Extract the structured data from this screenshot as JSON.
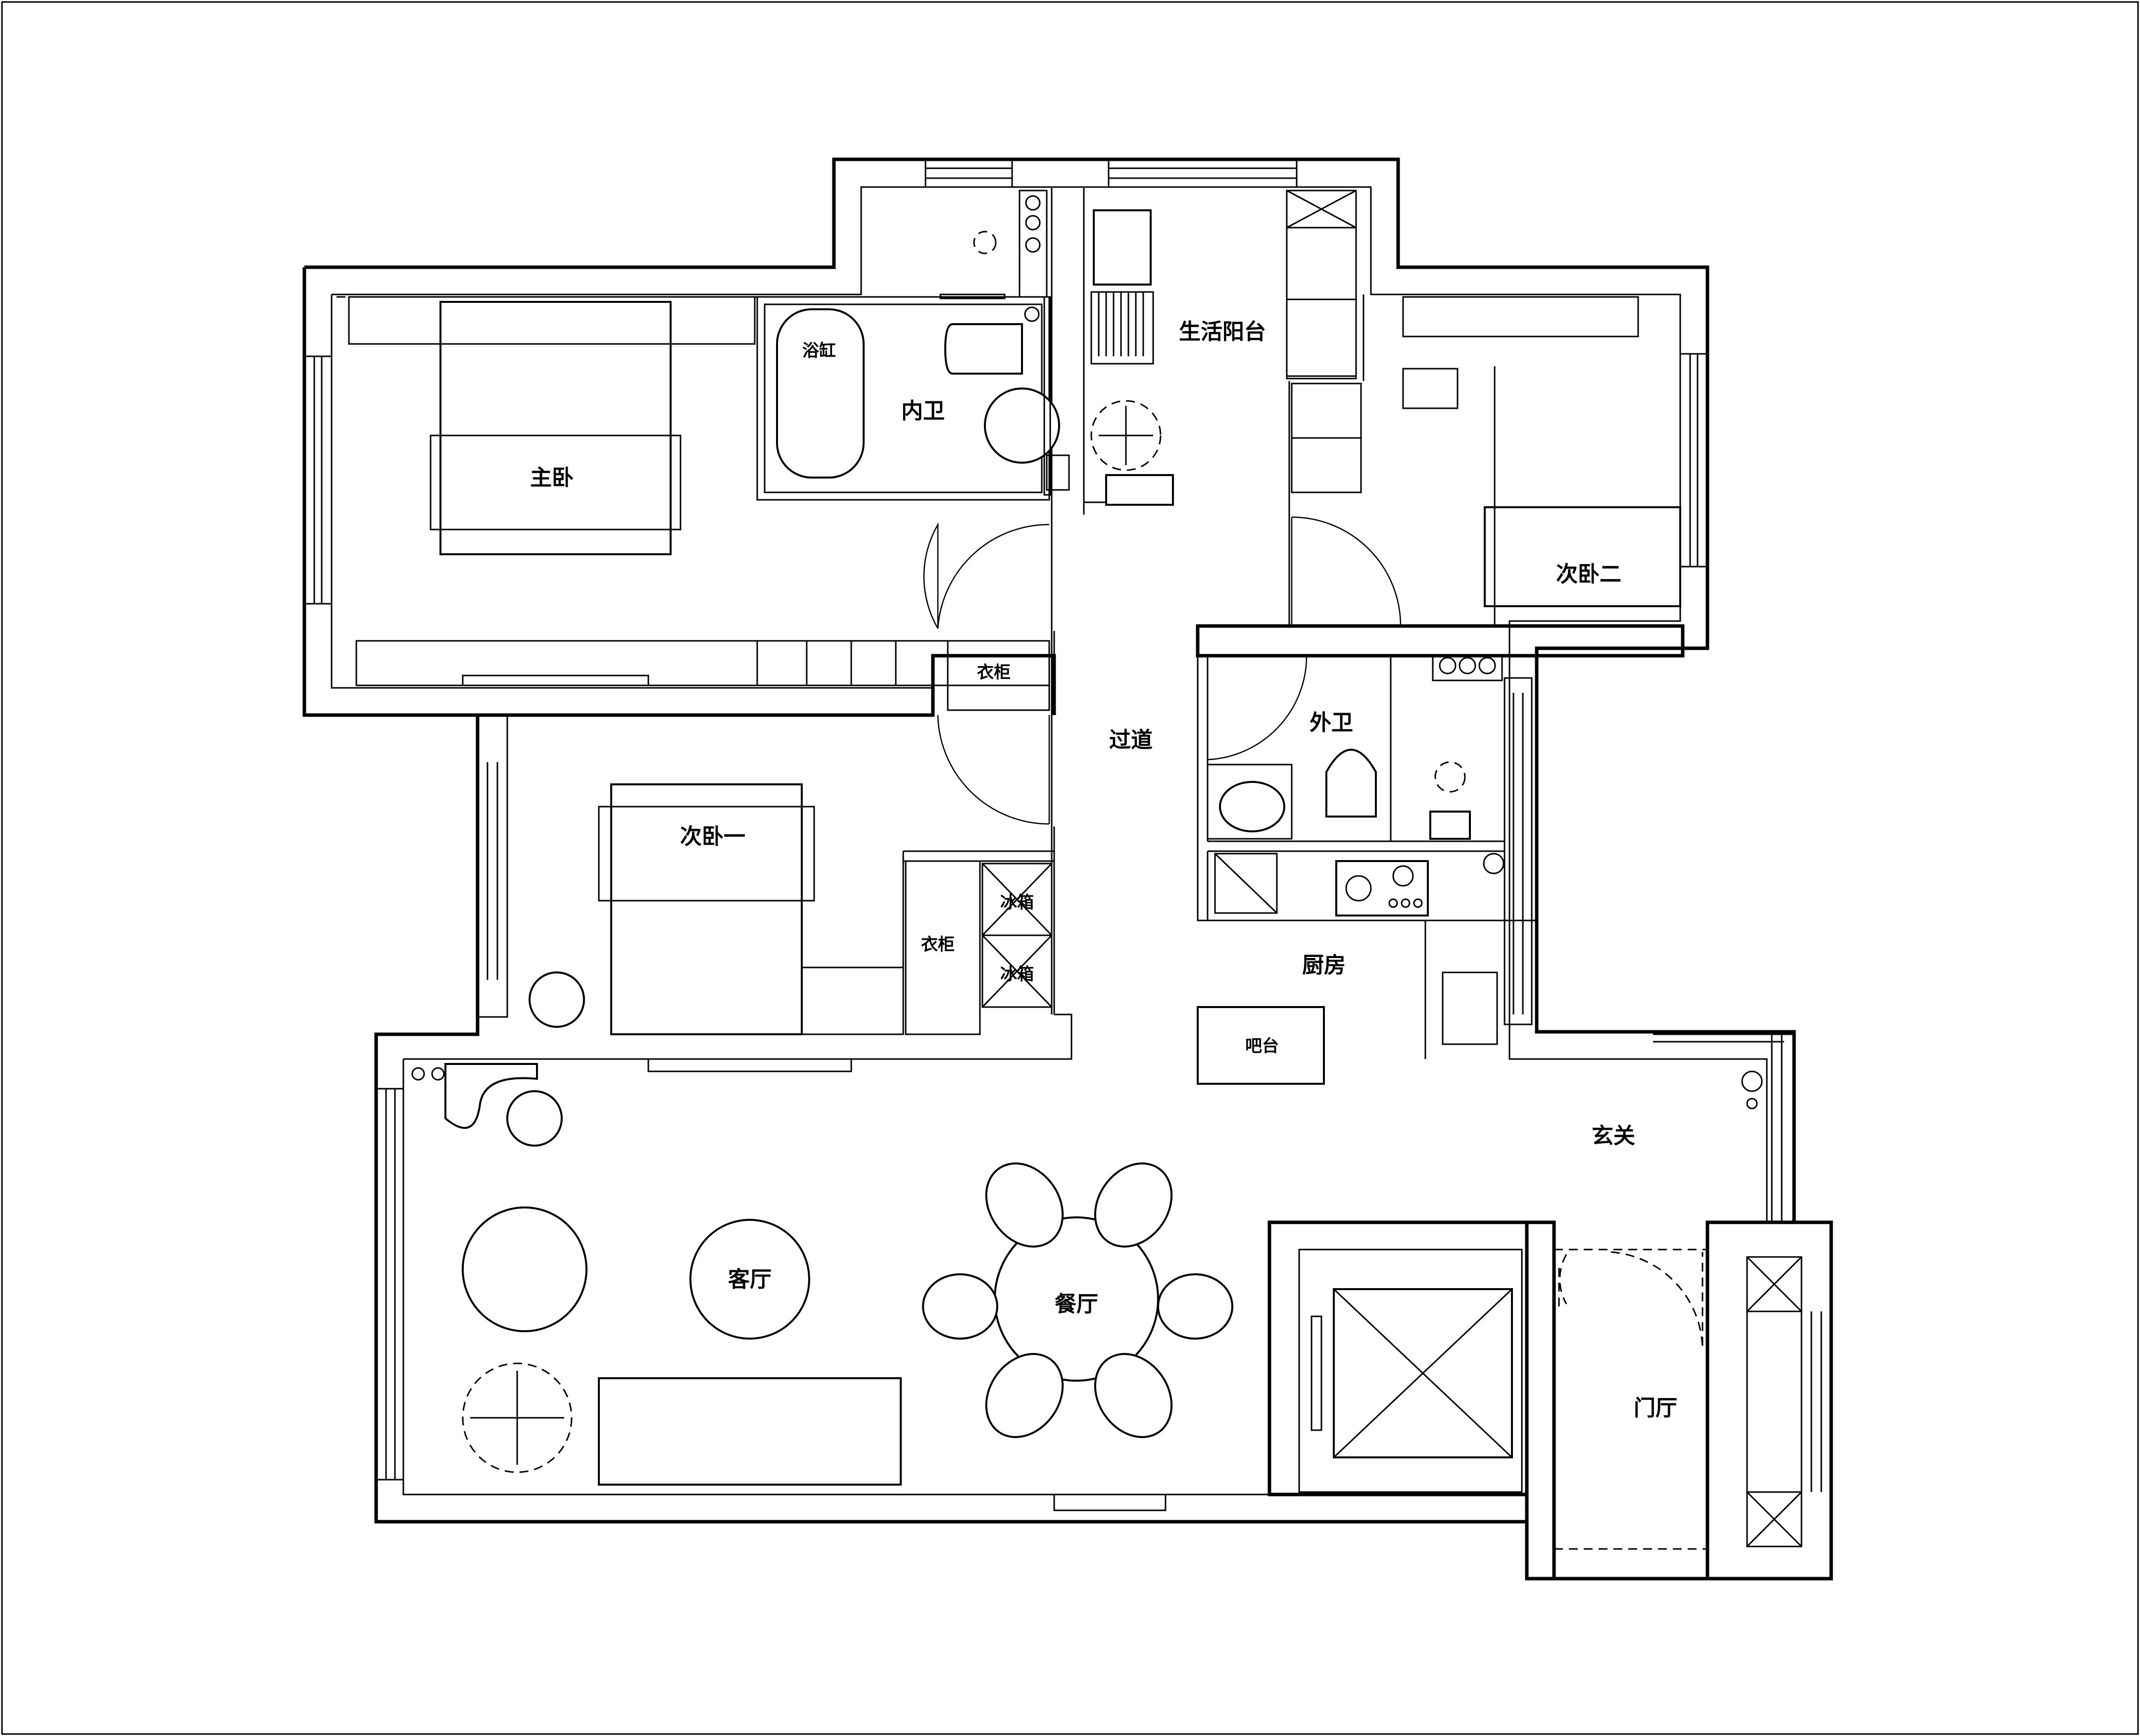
{
  "plan": {
    "rooms": {
      "master_bedroom": "主卧",
      "bathtub": "浴缸",
      "inner_bathroom": "内卫",
      "utility_balcony": "生活阳台",
      "second_bedroom_2": "次卧二",
      "wardrobe_1": "衣柜",
      "corridor": "过道",
      "outer_bathroom": "外卫",
      "second_bedroom_1": "次卧一",
      "fridge_1": "冰箱",
      "fridge_2": "冰箱",
      "wardrobe_2": "衣柜",
      "kitchen": "厨房",
      "bar_counter": "吧台",
      "foyer": "玄关",
      "living_room": "客厅",
      "dining_room": "餐厅",
      "entrance_hall": "门厅"
    },
    "icons": [
      "plant-icon",
      "stove-icon",
      "sink-icon",
      "toilet-icon",
      "dining-chair-icon",
      "elevator-icon"
    ]
  }
}
